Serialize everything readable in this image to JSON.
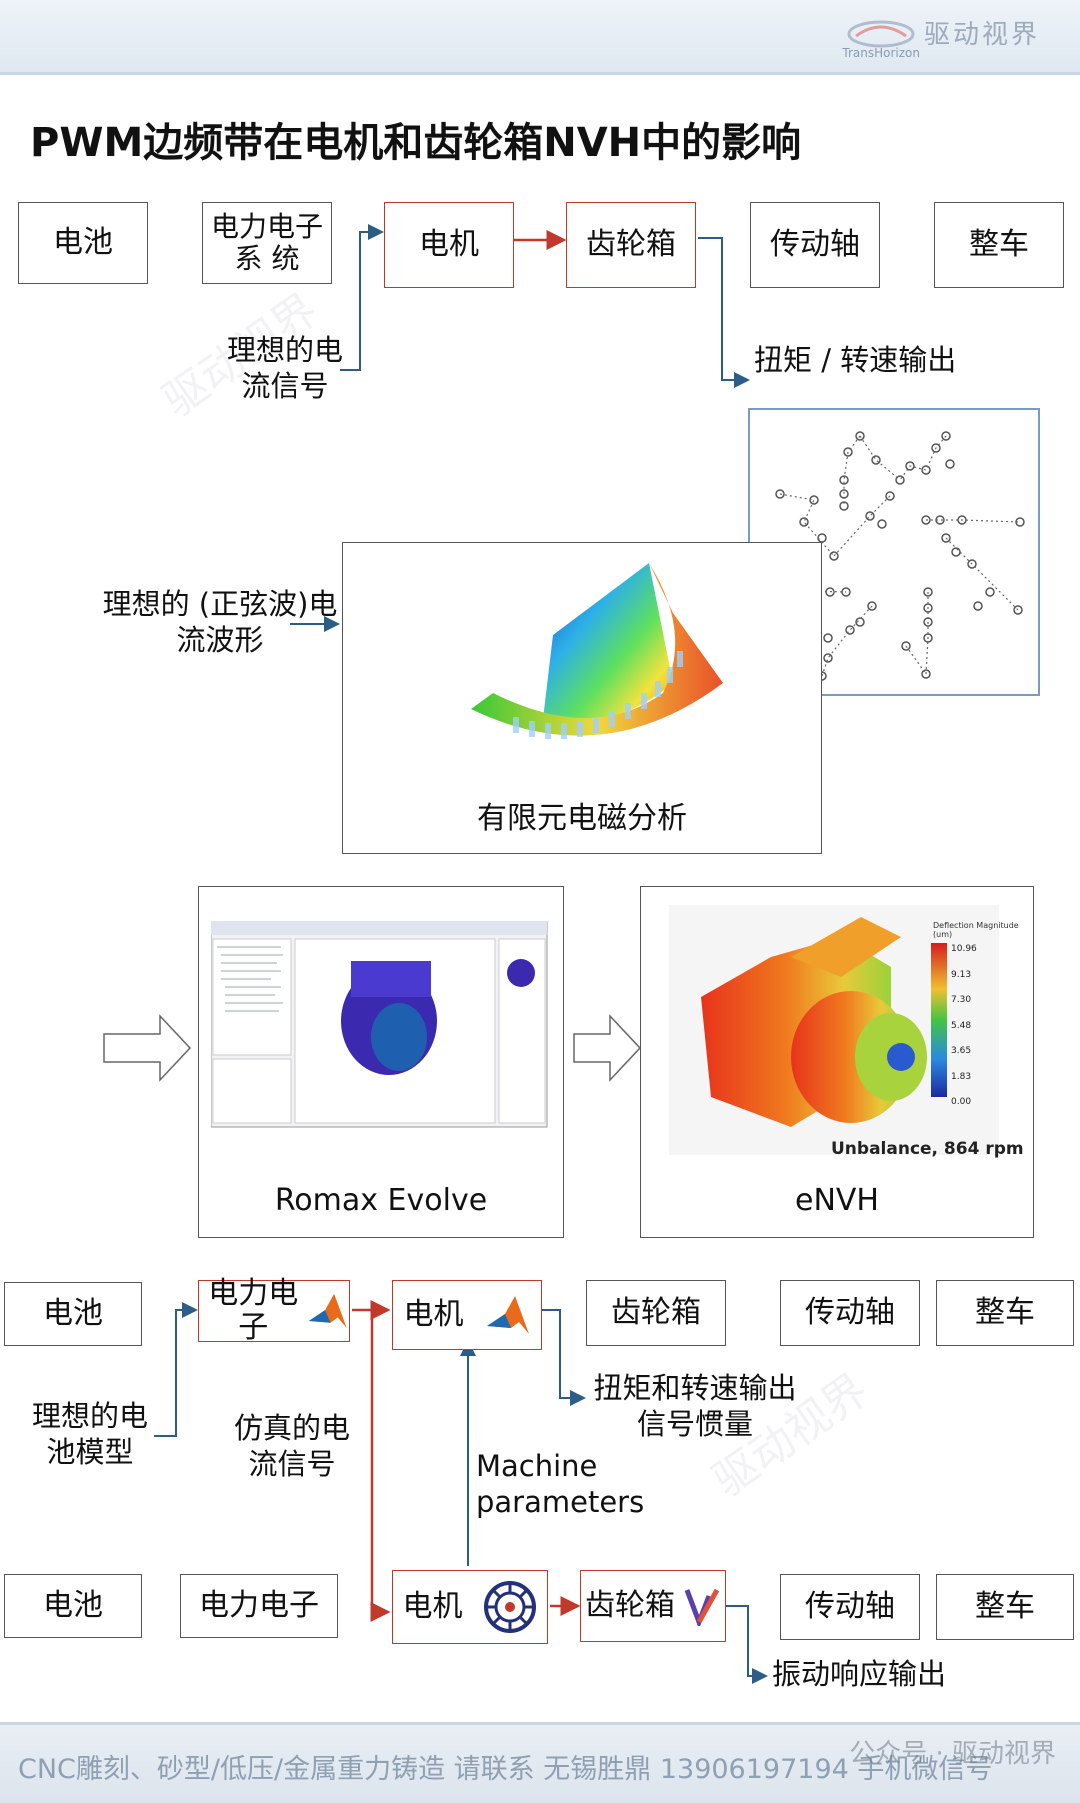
{
  "header": {
    "logo_text": "驱动视界",
    "logo_sub": "TransHorizon"
  },
  "title": "PWM边频带在电机和齿轮箱NVH中的影响",
  "row1": {
    "battery": "电池",
    "power_electronics": "电力电子系 统",
    "motor": "电机",
    "gearbox": "齿轮箱",
    "driveshaft": "传动轴",
    "vehicle": "整车",
    "ideal_current_signal": "理想的电流信号",
    "torque_speed_output": "扭矩 / 转速输出"
  },
  "fem": {
    "ideal_waveform": "理想的 (正弦波)电流波形",
    "caption": "有限元电磁分析"
  },
  "software": {
    "romax_caption": "Romax Evolve",
    "envh_caption": "eNVH",
    "envh_plot_text": "Unbalance, 864 rpm",
    "envh_legend_title": "Deflection Magnitude (um)",
    "envh_legend_ticks": [
      "10.96",
      "9.13",
      "7.30",
      "5.48",
      "3.65",
      "1.83",
      "0.00"
    ]
  },
  "row2": {
    "battery": "电池",
    "power_electronics": "电力电子",
    "motor": "电机",
    "gearbox": "齿轮箱",
    "driveshaft": "传动轴",
    "vehicle": "整车",
    "ideal_battery_model": "理想的电池模型",
    "simulated_current_signal": "仿真的电流信号",
    "torque_speed_inertia": "扭矩和转速输出信号惯量",
    "machine_parameters": "Machine parameters"
  },
  "row3": {
    "battery": "电池",
    "power_electronics": "电力电子",
    "motor": "电机",
    "gearbox": "齿轮箱",
    "driveshaft": "传动轴",
    "vehicle": "整车",
    "vibration_output": "振动响应输出"
  },
  "footer": {
    "text": "CNC雕刻、砂型/低压/金属重力铸造 请联系 无锡胜鼎 13906197194 手机微信号",
    "wechat_tag": "公众号 · 驱动视界"
  },
  "watermark": "驱动视界",
  "colors": {
    "red_border": "#c0392b",
    "line_blue": "#2c5d87",
    "line_red": "#c0392b"
  }
}
